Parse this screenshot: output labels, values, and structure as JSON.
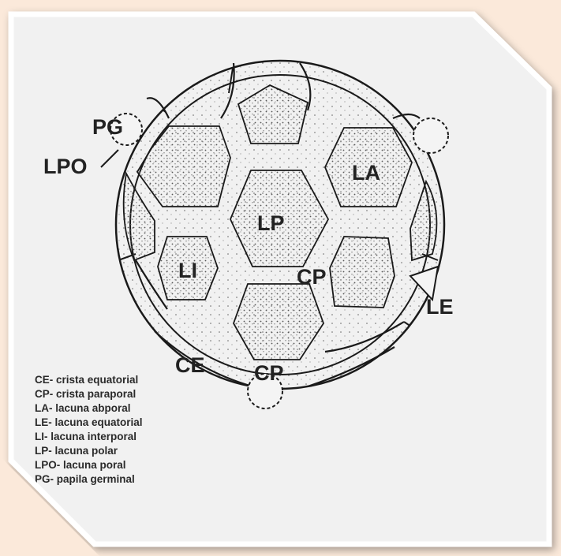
{
  "diagram": {
    "labels": {
      "pg": "PG",
      "lpo": "LPO",
      "la": "LA",
      "lp": "LP",
      "li": "LI",
      "cp_center": "CP",
      "le": "LE",
      "ce": "CE",
      "cp_bottom": "CP"
    }
  },
  "legend": {
    "items": [
      "CE- crista equatorial",
      "CP- crista paraporal",
      "LA- lacuna abporal",
      "LE- lacuna equatorial",
      "LI- lacuna interporal",
      "LP- lacuna polar",
      "LPO- lacuna poral",
      "PG- papila germinal"
    ]
  },
  "colors": {
    "background": "#fbe9da",
    "paper": "#f2f2f2",
    "ink": "#1a1a1a"
  }
}
